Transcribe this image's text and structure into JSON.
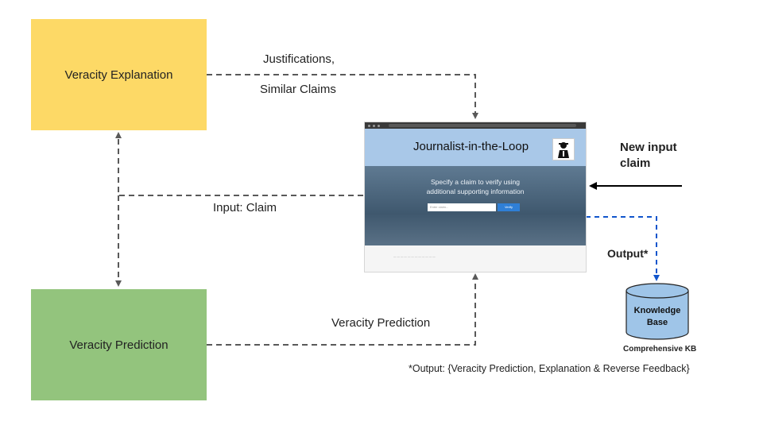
{
  "boxes": {
    "explanation": {
      "label": "Veracity Explanation",
      "color": "#fdd966"
    },
    "prediction": {
      "label": "Veracity Prediction",
      "color": "#93c47d"
    }
  },
  "edge_labels": {
    "justifications": "Justifications,",
    "similar_claims": "Similar Claims",
    "input_claim": "Input: Claim",
    "veracity_prediction": "Veracity Prediction",
    "new_input_line1": "New input",
    "new_input_line2": "claim",
    "output": "Output*"
  },
  "screenshot": {
    "app_title": "Journalist-in-the-Loop",
    "headline_line1": "Specify a claim to verify using",
    "headline_line2": "additional supporting information",
    "input_placeholder": "Enter claim...",
    "button_label": "Verify",
    "header_color": "#a9c8e8",
    "button_color": "#2f7fd6"
  },
  "knowledge_base": {
    "label_line1": "Knowledge",
    "label_line2": "Base",
    "caption": "Comprehensive KB",
    "color": "#9fc5e8"
  },
  "footnote": "*Output: {Veracity Prediction, Explanation & Reverse Feedback}",
  "colors": {
    "dashed_gray": "#595959",
    "dashed_blue": "#1155cc"
  }
}
